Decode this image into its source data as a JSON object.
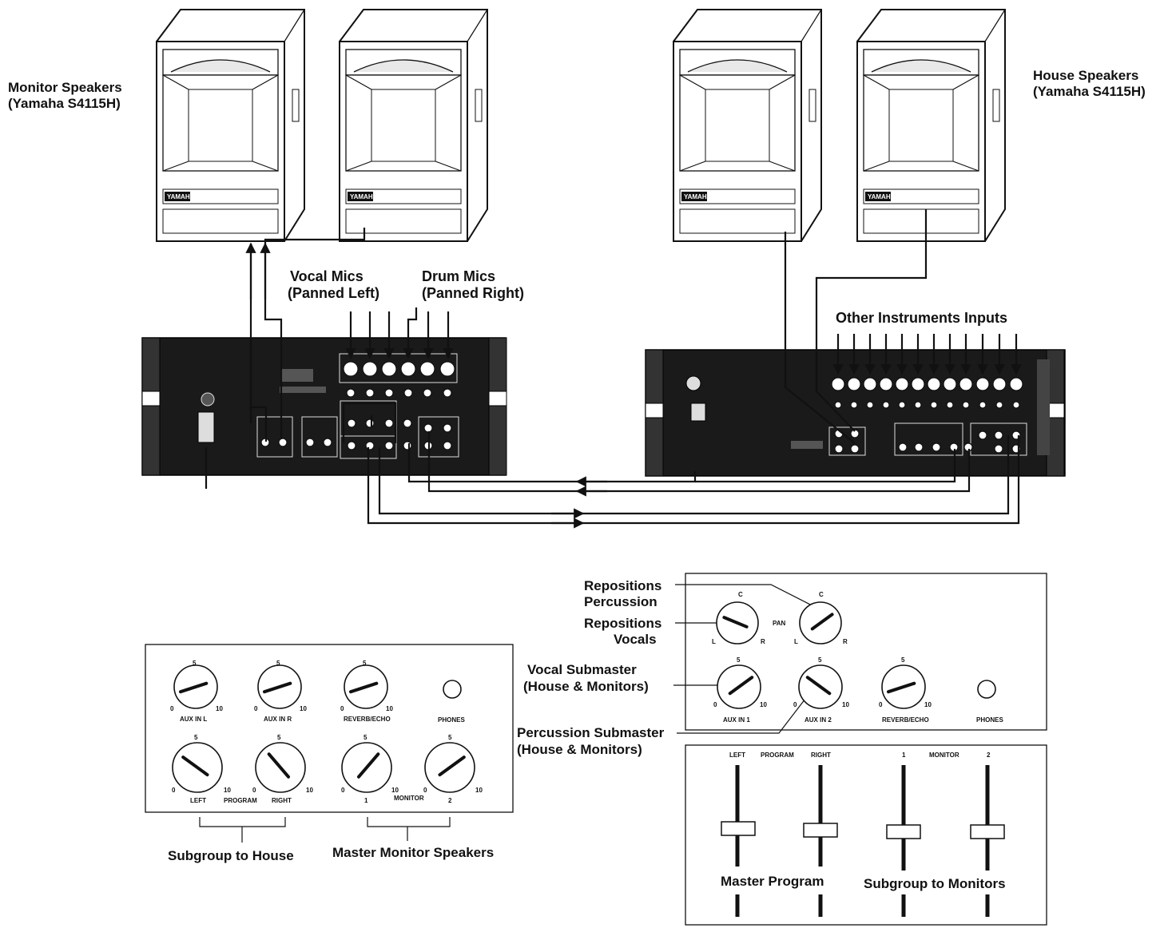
{
  "labels": {
    "monitor_speakers_line1": "Monitor Speakers",
    "monitor_speakers_line2": "(Yamaha S4115H)",
    "house_speakers_line1": "House Speakers",
    "house_speakers_line2": "(Yamaha S4115H)",
    "vocal_mics_line1": "Vocal Mics",
    "vocal_mics_line2": "(Panned Left)",
    "drum_mics_line1": "Drum Mics",
    "drum_mics_line2": "(Panned Right)",
    "other_inputs": "Other Instruments Inputs",
    "repos_perc_line1": "Repositions",
    "repos_perc_line2": "Percussion",
    "repos_vocals_line1": "Repositions",
    "repos_vocals_line2": "Vocals",
    "vocal_sub_line1": "Vocal Submaster",
    "vocal_sub_line2": "(House & Monitors)",
    "perc_sub_line1": "Percussion Submaster",
    "perc_sub_line2": "(House & Monitors)",
    "subgroup_house": "Subgroup to House",
    "master_monitor_speakers": "Master Monitor Speakers",
    "master_program": "Master Program",
    "subgroup_monitors": "Subgroup to Monitors"
  },
  "speaker_badge": "YAMAHA",
  "left_panel": {
    "top_knobs": [
      {
        "label": "AUX IN L",
        "value": 1
      },
      {
        "label": "AUX IN R",
        "value": 1
      },
      {
        "label": "REVERB/ECHO",
        "value": 1
      }
    ],
    "phones": "PHONES",
    "bottom_knobs": [
      {
        "label": "LEFT",
        "value": 3
      },
      {
        "label": "RIGHT",
        "value": 3.5
      },
      {
        "label": "1",
        "value": 6.5
      },
      {
        "label": "2",
        "value": 7
      }
    ],
    "program": "PROGRAM",
    "monitor": "MONITOR",
    "scale": {
      "min": "0",
      "mid": "5",
      "max": "10"
    }
  },
  "right_panel": {
    "pan_label": "PAN",
    "pan_scale": {
      "left": "L",
      "center": "C",
      "right": "R"
    },
    "pan_knobs": [
      {
        "value": 2.5
      },
      {
        "value": 7
      }
    ],
    "top_knobs": [
      {
        "label": "AUX IN 1",
        "value": 7
      },
      {
        "label": "AUX IN 2",
        "value": 3
      },
      {
        "label": "REVERB/ECHO",
        "value": 1
      }
    ],
    "phones": "PHONES",
    "scale": {
      "min": "0",
      "mid": "5",
      "max": "10"
    }
  },
  "fader_panel": {
    "left": "LEFT",
    "program": "PROGRAM",
    "right": "RIGHT",
    "monitor_1": "1",
    "monitor": "MONITOR",
    "monitor_2": "2"
  }
}
